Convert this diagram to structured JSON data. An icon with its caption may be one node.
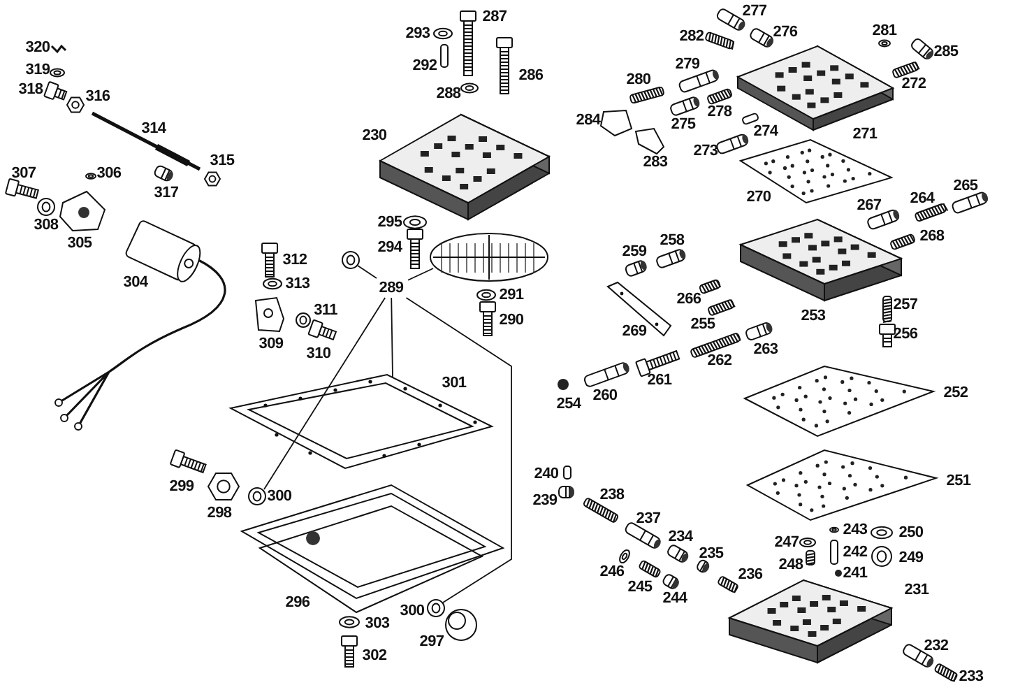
{
  "diagram": {
    "nodes": [
      {
        "text": [
          "289"
        ]
      },
      {
        "text": [],
        "shape": "picture"
      },
      {
        "text": [],
        "shape": "picture"
      },
      {
        "text": [],
        "shape": "picture"
      },
      {
        "text": [],
        "shape": "picture"
      },
      {
        "text": [],
        "shape": "picture"
      }
    ],
    "edges": [
      {
        "from": 0,
        "to": 1,
        "arrow": "none"
      },
      {
        "from": 0,
        "to": 2,
        "arrow": "none"
      },
      {
        "from": 0,
        "to": 3,
        "arrow": "none"
      },
      {
        "from": 0,
        "to": 4,
        "arrow": "none"
      },
      {
        "from": 0,
        "to": 5,
        "arrow": "none"
      }
    ],
    "labels": [
      "277",
      "287",
      "293",
      "276",
      "281",
      "282",
      "320",
      "285",
      "292",
      "279",
      "319",
      "286",
      "280",
      "272",
      "318",
      "288",
      "316",
      "278",
      "284",
      "275",
      "271",
      "314",
      "274",
      "230",
      "273",
      "283",
      "315",
      "307",
      "306",
      "265",
      "317",
      "270",
      "264",
      "267",
      "295",
      "308",
      "268",
      "258",
      "305",
      "294",
      "259",
      "312",
      "304",
      "313",
      "291",
      "266",
      "257",
      "311",
      "253",
      "290",
      "255",
      "269",
      "256",
      "309",
      "263",
      "310",
      "262",
      "261",
      "301",
      "252",
      "260",
      "254",
      "240",
      "251",
      "299",
      "238",
      "300",
      "239",
      "298",
      "237",
      "243",
      "250",
      "234",
      "247",
      "242",
      "235",
      "249",
      "248",
      "241",
      "246",
      "236",
      "245",
      "231",
      "244",
      "296",
      "300",
      "303",
      "297",
      "232",
      "302",
      "233"
    ]
  }
}
